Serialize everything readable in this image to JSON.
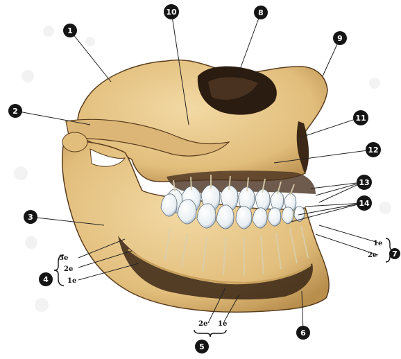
{
  "figure": {
    "markers": [
      "1",
      "2",
      "3",
      "4",
      "5",
      "6",
      "7",
      "8",
      "9",
      "10",
      "11",
      "12",
      "13",
      "14"
    ],
    "group_labels": {
      "left_3": "3e",
      "left_2": "2e",
      "left_1": "1e",
      "bottom_2": "2e",
      "bottom_1": "1e",
      "right_1": "1e",
      "right_2": "2e"
    },
    "colors": {
      "bone": "#e8c98a",
      "bone_shadow": "#b98f4e",
      "dark": "#2a1c10",
      "tooth": "#f3f1ea",
      "tooth_shadow": "#9fb4c8",
      "marker": "#151515",
      "leader": "#222222"
    }
  }
}
